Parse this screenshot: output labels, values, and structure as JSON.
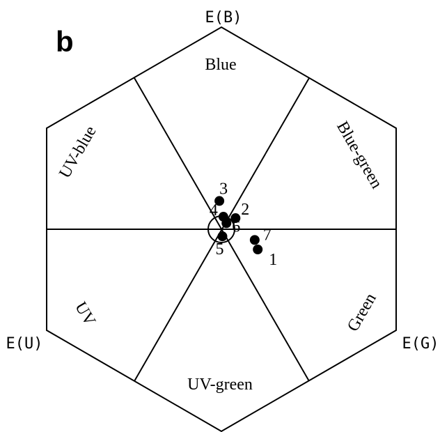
{
  "panel_label": "b",
  "vertices": {
    "top": "E(B)",
    "left": "E(U)",
    "right": "E(G)"
  },
  "sectors": {
    "top": "Blue",
    "upper_right": "Blue-green",
    "lower_right": "Green",
    "bottom": "UV-green",
    "lower_left": "UV",
    "upper_left": "UV-blue"
  },
  "colors": {
    "line": "#000000",
    "point": "#000000",
    "background": "#ffffff"
  },
  "points": [
    {
      "label": "1",
      "x": 0.18,
      "y": -0.1
    },
    {
      "label": "2",
      "x": 0.07,
      "y": 0.055
    },
    {
      "label": "3",
      "x": -0.01,
      "y": 0.14
    },
    {
      "label": "4",
      "x": 0.01,
      "y": 0.062
    },
    {
      "label": "5",
      "x": 0.005,
      "y": -0.035
    },
    {
      "label": "6",
      "x": 0.025,
      "y": 0.03
    },
    {
      "label": "7",
      "x": 0.165,
      "y": -0.053
    }
  ]
}
